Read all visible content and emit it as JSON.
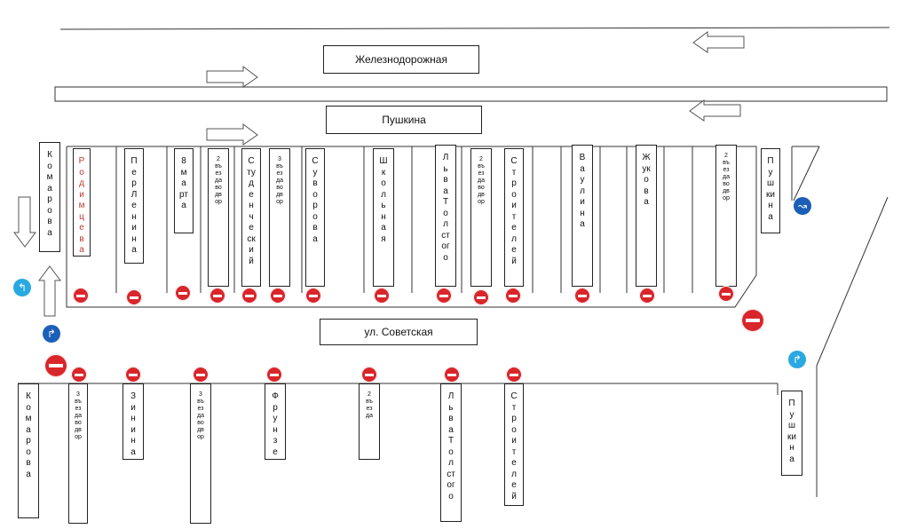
{
  "streets_top": {
    "zheleznodorozhnaya": "Железнодорожная",
    "pushkina": "Пушкина",
    "sovetskaya": "ул. Советская"
  },
  "upper_block": {
    "komarova": "Комарова",
    "rodimtseva": "Родимцева",
    "per_lenina": "Пер Ленина",
    "marta8": "8 марта",
    "entrance2a": "2 въезда во двор",
    "studencheskiy": "Студенческий",
    "entrance3": "3 въезда во двор",
    "suvorova": "Суворова",
    "shkolnaya": "Школьная",
    "lvatolstogo": "ЛьваТолстого",
    "entrance2b": "2 въезда во двор",
    "stroiteley": "Строителей",
    "vaulina": "Ваулина",
    "zhukova": "Жукова",
    "entrance2c": "2 въезда во двор",
    "pushkina_right": "Пушкина"
  },
  "lower_block": {
    "komarova": "Комарова",
    "entrance3a": "3 въезда во двор",
    "zinina": "Зинина",
    "entrance3b": "3 въезда во двор",
    "frunze": "Фрунзе",
    "entrance2": "2 въезда",
    "lvatolstogo": "ЛьваТолстого",
    "stroiteley": "Строителей",
    "pushkina": "Пушкина"
  },
  "signs": {
    "no_entry": "no-entry-sign-icon",
    "turn_signs": "blue-direction-sign-icon",
    "arrows": "traffic-direction-arrow-icon"
  },
  "colors": {
    "stop": "#d9262b",
    "blue": "#29a9e1",
    "dark_blue": "#1c5fb8"
  }
}
